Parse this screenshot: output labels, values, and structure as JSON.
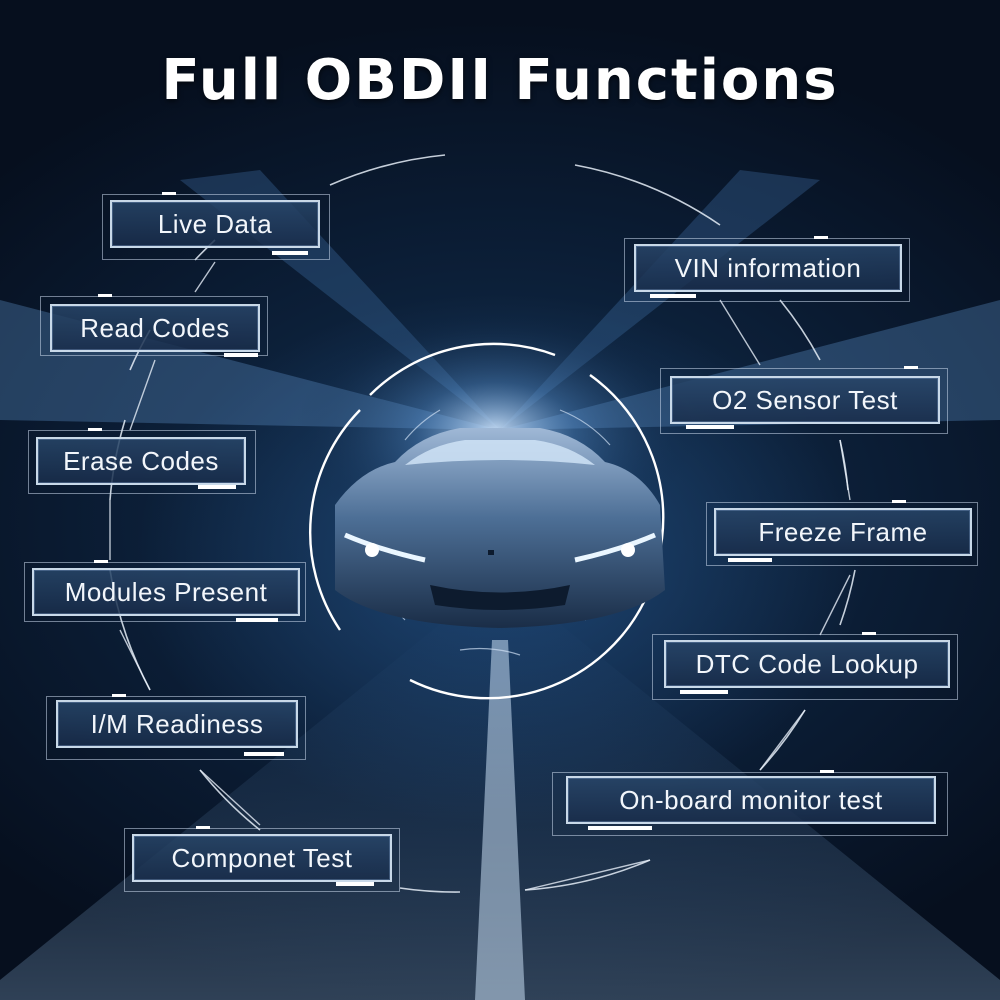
{
  "title": "Full OBDII Functions",
  "functions": [
    {
      "label": "Live Data"
    },
    {
      "label": "Read Codes"
    },
    {
      "label": "Erase Codes"
    },
    {
      "label": "Modules Present"
    },
    {
      "label": "I/M Readiness"
    },
    {
      "label": "Componet Test"
    },
    {
      "label": "VIN information"
    },
    {
      "label": "O2 Sensor Test"
    },
    {
      "label": "Freeze Frame"
    },
    {
      "label": "DTC Code Lookup"
    },
    {
      "label": "On-board monitor test"
    }
  ],
  "colors": {
    "background": "#0b1d35",
    "box_fill": "#1f3a5e",
    "box_border": "#d2e1f0",
    "text": "#f2f6fb",
    "car_headlight": "#dff0ff"
  }
}
